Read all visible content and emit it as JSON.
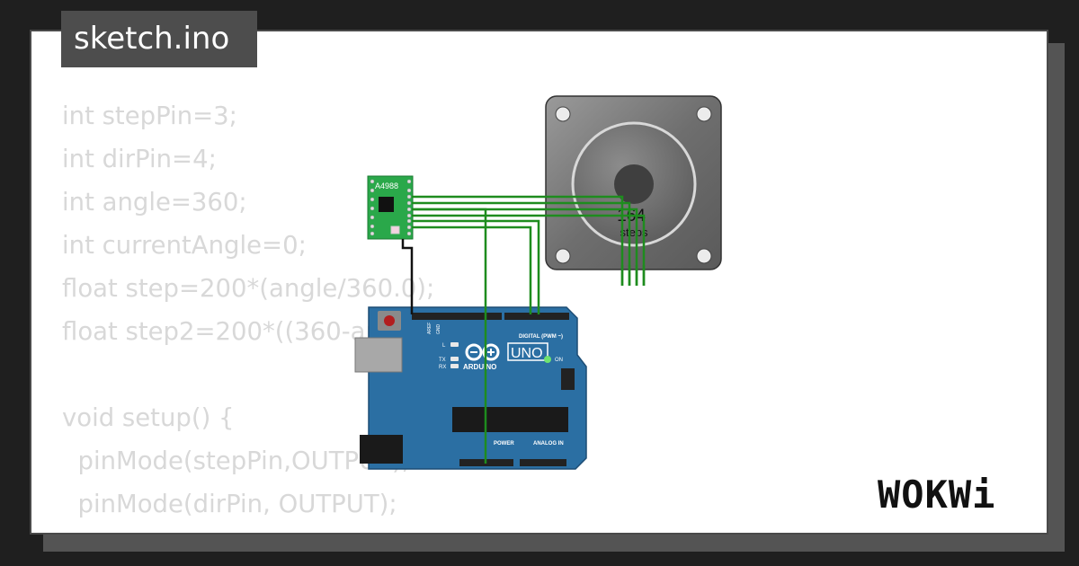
{
  "file_tab": {
    "name": "sketch.ino"
  },
  "code_lines": [
    "int stepPin=3;",
    "int dirPin=4;",
    "int angle=360;",
    "int currentAngle=0;",
    "float step=200*(angle/360.0);",
    "float step2=200*((360-angle)/360.0);",
    "",
    "void setup() {",
    "  pinMode(stepPin,OUTPUT);",
    "  pinMode(dirPin, OUTPUT);"
  ],
  "driver": {
    "label": "A4988"
  },
  "stepper": {
    "steps_value": "164",
    "steps_unit": "steps"
  },
  "arduino": {
    "brand": "ARDUINO",
    "model": "UNO",
    "digital_label": "DIGITAL (PWM ~)",
    "power_label": "POWER",
    "analog_label": "ANALOG IN",
    "on_label": "ON",
    "l_label": "L",
    "tx_label": "TX",
    "rx_label": "RX",
    "aref_label": "AREF",
    "gnd_label": "GND"
  },
  "brand_logo": {
    "text": "WOKWi"
  },
  "colors": {
    "background": "#1f1f1f",
    "card": "#ffffff",
    "wire_green": "#1e8c1e",
    "wire_black": "#111111",
    "board_blue": "#2b6fa3",
    "driver_green": "#2aa84a"
  }
}
